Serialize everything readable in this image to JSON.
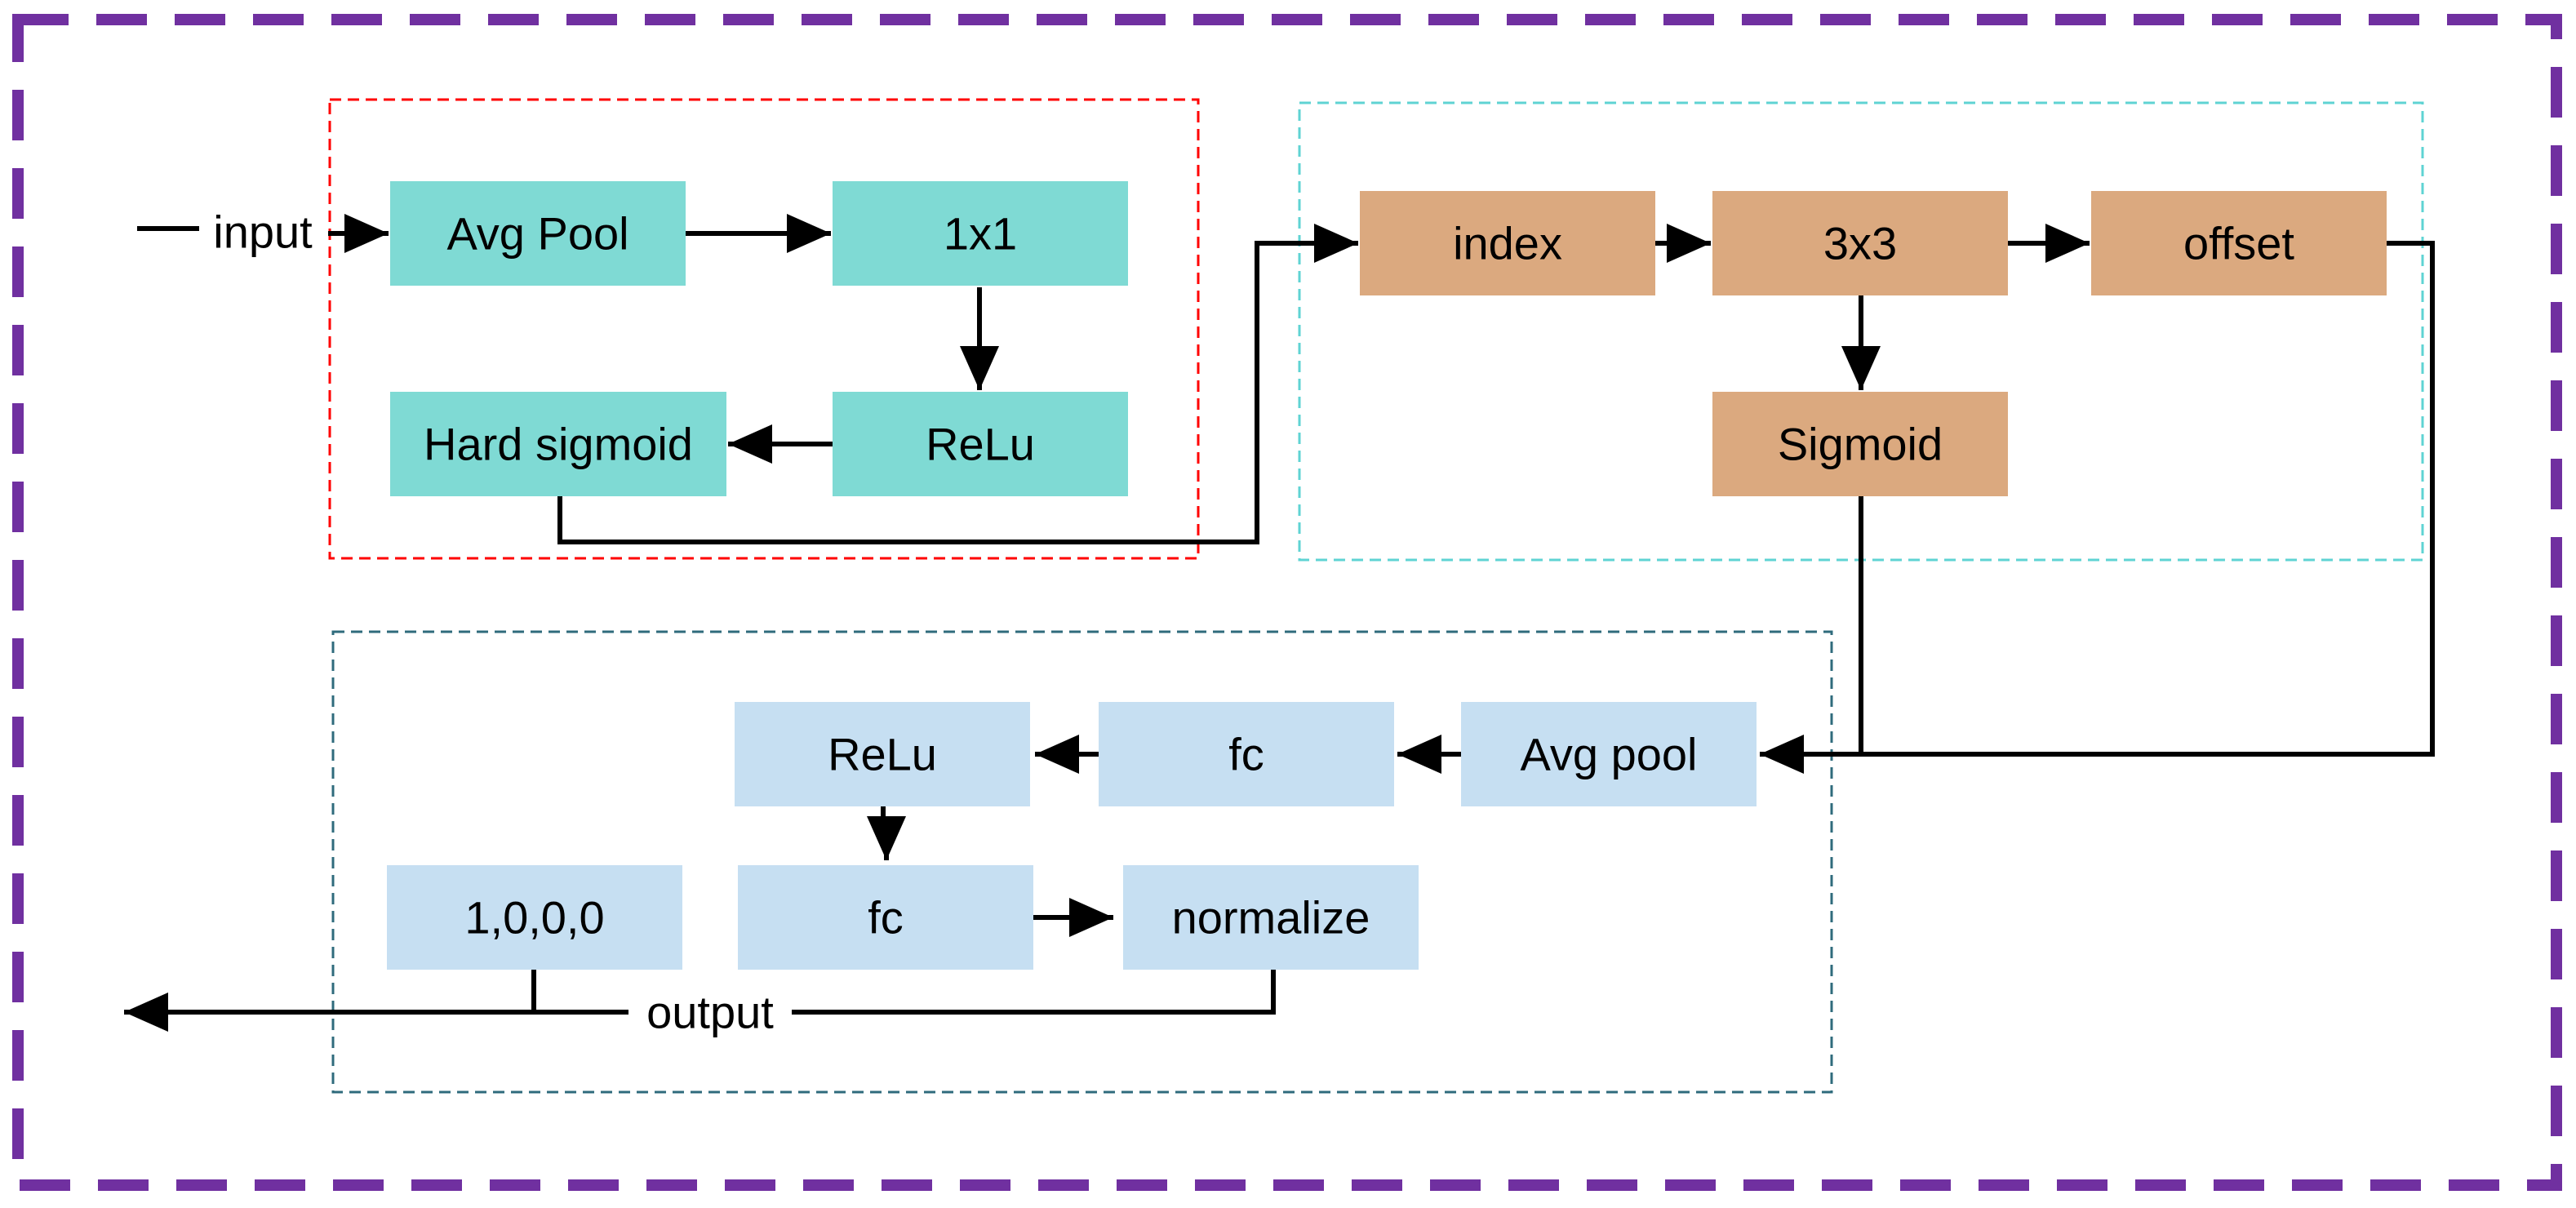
{
  "nodes": {
    "avg_pool_top": {
      "label": "Avg Pool",
      "color": "#7fdad4"
    },
    "conv_1x1": {
      "label": "1x1",
      "color": "#7fdad4"
    },
    "relu_top": {
      "label": "ReLu",
      "color": "#7fdad4"
    },
    "hard_sigmoid": {
      "label": "Hard sigmoid",
      "color": "#7fdad4"
    },
    "index": {
      "label": "index",
      "color": "#dba97f"
    },
    "conv_3x3": {
      "label": "3x3",
      "color": "#dba97f"
    },
    "offset": {
      "label": "offset",
      "color": "#dba97f"
    },
    "sigmoid": {
      "label": "Sigmoid",
      "color": "#dba97f"
    },
    "avg_pool_bottom": {
      "label": "Avg pool",
      "color": "#c6dff2"
    },
    "fc_top": {
      "label": "fc",
      "color": "#c6dff2"
    },
    "relu_bottom": {
      "label": "ReLu",
      "color": "#c6dff2"
    },
    "fc_bottom": {
      "label": "fc",
      "color": "#c6dff2"
    },
    "normalize": {
      "label": "normalize",
      "color": "#c6dff2"
    },
    "one_hot": {
      "label": "1,0,0,0",
      "color": "#c6dff2"
    }
  },
  "io": {
    "input_label": "input",
    "output_label": "output"
  },
  "colors": {
    "outer_border": "#7030a0",
    "red_group": "#ff0000",
    "teal_group": "#5fd3d3",
    "blue_group": "#2f6b7c",
    "arrow": "#000000"
  }
}
